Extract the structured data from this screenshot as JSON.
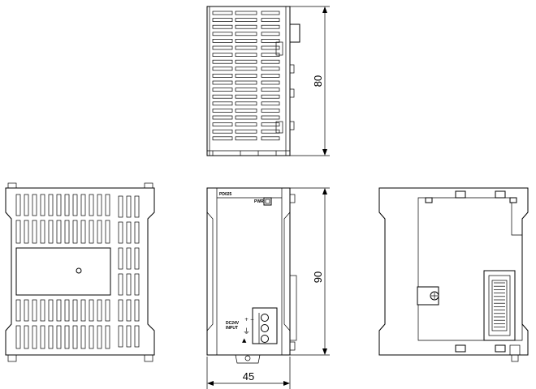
{
  "dimensions": {
    "depth_label": "80",
    "height_label": "90",
    "width_label": "45"
  },
  "front_labels": {
    "model": "PD025",
    "power": "PWR",
    "input_line1": "DC24V",
    "input_line2": "INPUT"
  }
}
